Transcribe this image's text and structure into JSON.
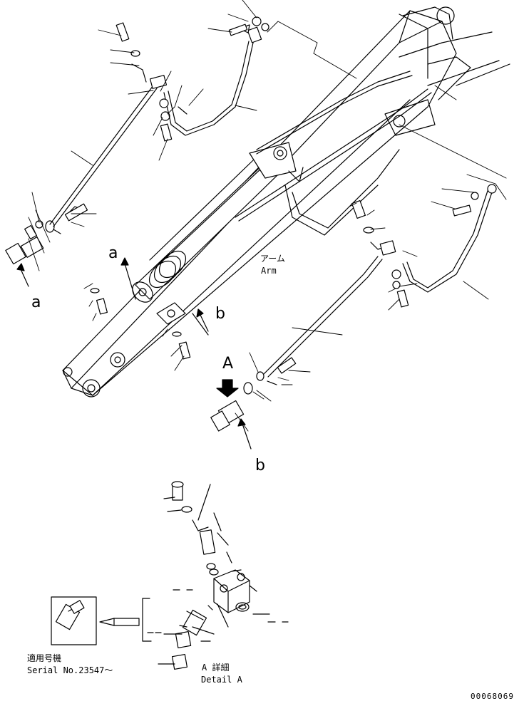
{
  "labels": {
    "a1": "a",
    "a2": "a",
    "b1": "b",
    "b2": "b",
    "A": "A"
  },
  "arm": {
    "jp": "アーム",
    "en": "Arm"
  },
  "serial": {
    "jp": "適用号機",
    "en": "Serial No.23547～"
  },
  "detail": {
    "jp": "A 詳細",
    "en": "Detail A"
  },
  "drawing_id": "00068069"
}
